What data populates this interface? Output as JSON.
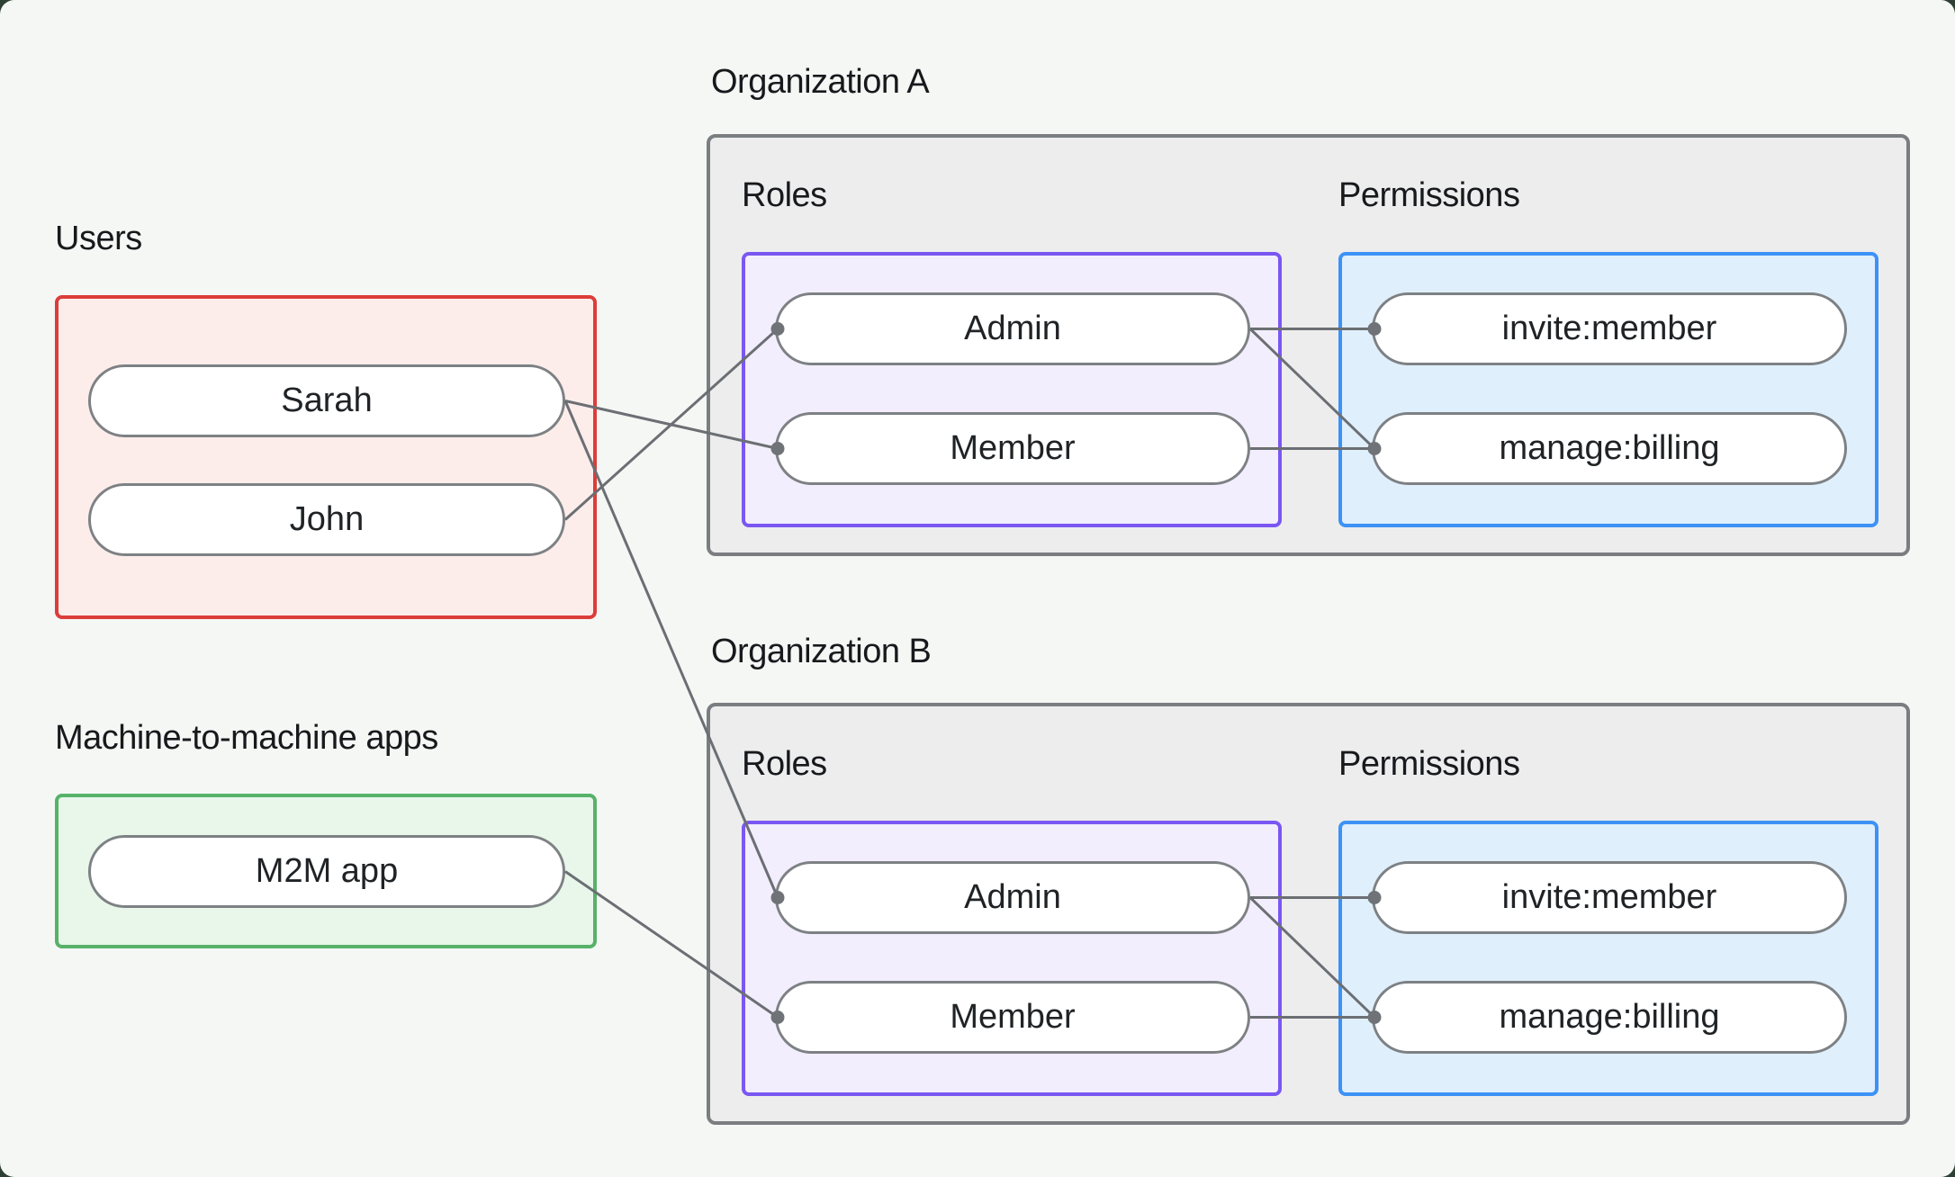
{
  "canvas": {
    "background": "#f4f7f4",
    "outside_background": "#2e4034"
  },
  "colors": {
    "users_border": "#dc3d3b",
    "users_fill": "#fcedeb",
    "m2m_border": "#57b269",
    "m2m_fill": "#e9f6ea",
    "org_border": "#7a7e81",
    "org_fill": "#ededee",
    "roles_border": "#7a57f2",
    "roles_fill": "#f3eefd",
    "permissions_border": "#3d92f5",
    "permissions_fill": "#e0effc",
    "pill_border": "#7d8184",
    "pill_fill": "#ffffff",
    "connector_line": "#6b6f73",
    "connector_dot": "#6f7377",
    "text": "#17191c"
  },
  "users": {
    "label": "Users",
    "items": [
      {
        "id": "sarah",
        "label": "Sarah"
      },
      {
        "id": "john",
        "label": "John"
      }
    ]
  },
  "m2m": {
    "label": "Machine-to-machine apps",
    "items": [
      {
        "id": "m2m-app",
        "label": "M2M app"
      }
    ]
  },
  "organizations": [
    {
      "id": "orgA",
      "label": "Organization A",
      "roles_label": "Roles",
      "permissions_label": "Permissions",
      "roles": [
        {
          "id": "orgA-admin",
          "label": "Admin"
        },
        {
          "id": "orgA-member",
          "label": "Member"
        }
      ],
      "permissions": [
        {
          "id": "orgA-invite",
          "label": "invite:member"
        },
        {
          "id": "orgA-billing",
          "label": "manage:billing"
        }
      ]
    },
    {
      "id": "orgB",
      "label": "Organization B",
      "roles_label": "Roles",
      "permissions_label": "Permissions",
      "roles": [
        {
          "id": "orgB-admin",
          "label": "Admin"
        },
        {
          "id": "orgB-member",
          "label": "Member"
        }
      ],
      "permissions": [
        {
          "id": "orgB-invite",
          "label": "invite:member"
        },
        {
          "id": "orgB-billing",
          "label": "manage:billing"
        }
      ]
    }
  ],
  "connections": [
    {
      "from": "sarah",
      "to": "orgA-member"
    },
    {
      "from": "john",
      "to": "orgA-admin"
    },
    {
      "from": "sarah",
      "to": "orgB-admin"
    },
    {
      "from": "m2m-app",
      "to": "orgB-member"
    },
    {
      "from": "orgA-admin",
      "to": "orgA-invite"
    },
    {
      "from": "orgA-admin",
      "to": "orgA-billing"
    },
    {
      "from": "orgA-member",
      "to": "orgA-billing"
    },
    {
      "from": "orgB-admin",
      "to": "orgB-invite"
    },
    {
      "from": "orgB-admin",
      "to": "orgB-billing"
    },
    {
      "from": "orgB-member",
      "to": "orgB-billing"
    }
  ]
}
